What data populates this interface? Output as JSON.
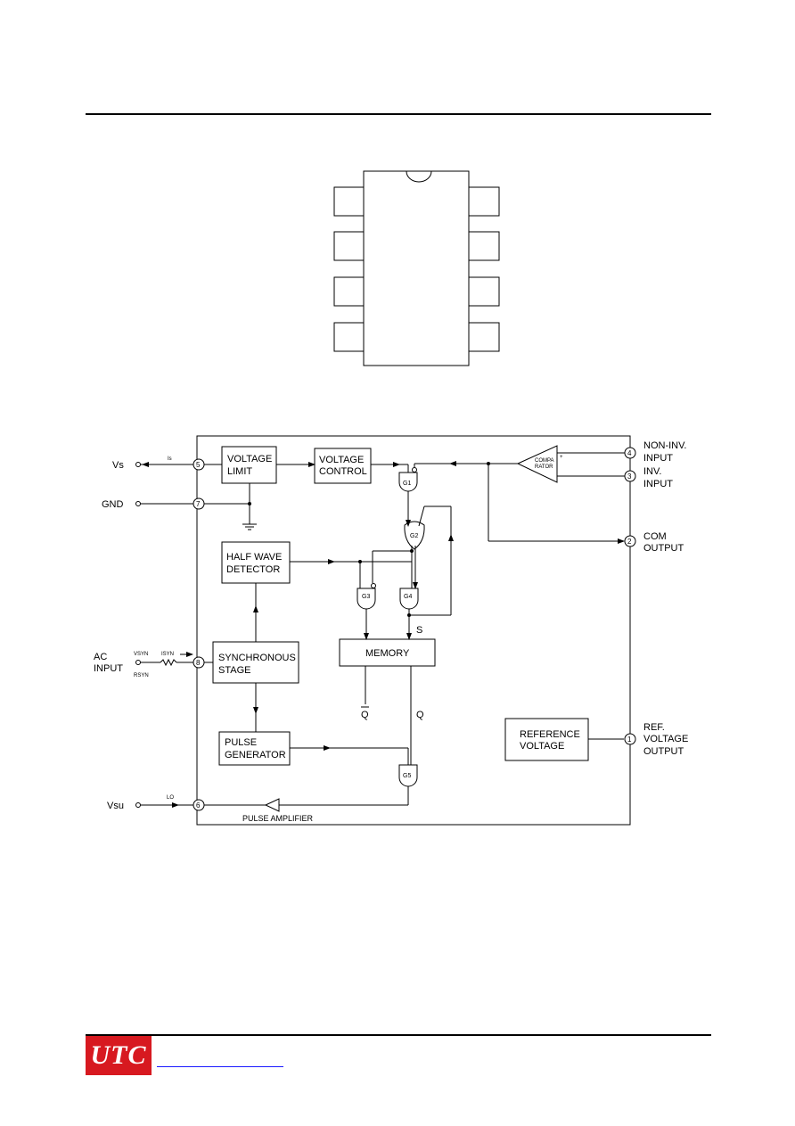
{
  "blocks": {
    "voltage_limit": [
      "VOLTAGE",
      "LIMIT"
    ],
    "voltage_control": [
      "VOLTAGE",
      "CONTROL"
    ],
    "half_wave": [
      "HALF WAVE",
      "DETECTOR"
    ],
    "synchronous": [
      "SYNCHRONOUS",
      "STAGE"
    ],
    "pulse_generator": [
      "PULSE",
      "GENERATOR"
    ],
    "memory": "MEMORY",
    "reference": [
      "REFERENCE",
      "VOLTAGE"
    ],
    "comparator": [
      "COMPA",
      "RATOR"
    ]
  },
  "gates": {
    "g1": "G1",
    "g2": "G2",
    "g3": "G3",
    "g4": "G4",
    "g5": "G5"
  },
  "pins": {
    "p1": "1",
    "p2": "2",
    "p3": "3",
    "p4": "4",
    "p5": "5",
    "p6": "6",
    "p7": "7",
    "p8": "8"
  },
  "external": {
    "vs": "Vs",
    "gnd": "GND",
    "ac_input": [
      "AC",
      "INPUT"
    ],
    "vsu": "Vsu",
    "non_inv": [
      "NON-INV.",
      "INPUT"
    ],
    "inv": [
      "INV.",
      "INPUT"
    ],
    "com_output": [
      "COM",
      "OUTPUT"
    ],
    "ref_output": [
      "REF.",
      "VOLTAGE",
      "OUTPUT"
    ]
  },
  "signals": {
    "is": "Is",
    "vsyn": "VSYN",
    "isyn": "ISYN",
    "rsyn": "RSYN",
    "lo": "LO",
    "s": "S",
    "q": "Q",
    "q_bar": "Q",
    "plus": "+",
    "pulse_amplifier": "PULSE AMPLIFIER"
  },
  "footer": {
    "logo": "UTC"
  }
}
